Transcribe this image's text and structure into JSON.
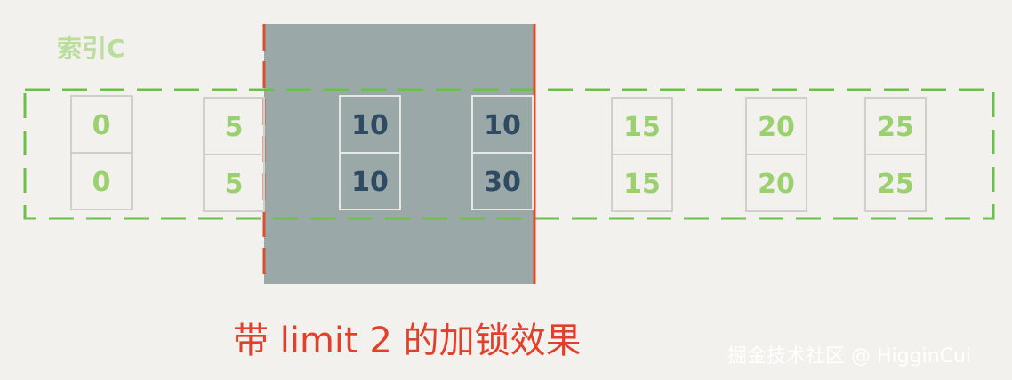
{
  "diagram": {
    "index_label": "索引C",
    "caption": "带 limit 2 的加锁效果",
    "watermark": "掘金技术社区 @ HigginCui",
    "colors": {
      "background": "#f3f1ed",
      "locked_region": "#9aa9a8",
      "boundary_line": "#d9502e",
      "dashed_border": "#6cc04a",
      "cell_border_light": "#cfcfcb",
      "cell_border_dark": "#e6e6e2",
      "text_unlocked": "#9bd06e",
      "text_locked": "#2f4a63",
      "caption": "#e2402a",
      "watermark": "#ffffff",
      "index_label": "#b9dd9a"
    },
    "entries": [
      {
        "c": "0",
        "id": "0",
        "locked": false
      },
      {
        "c": "5",
        "id": "5",
        "locked": false
      },
      {
        "c": "10",
        "id": "10",
        "locked": true
      },
      {
        "c": "10",
        "id": "30",
        "locked": true
      },
      {
        "c": "15",
        "id": "15",
        "locked": false
      },
      {
        "c": "20",
        "id": "20",
        "locked": false
      },
      {
        "c": "25",
        "id": "25",
        "locked": false
      }
    ]
  }
}
